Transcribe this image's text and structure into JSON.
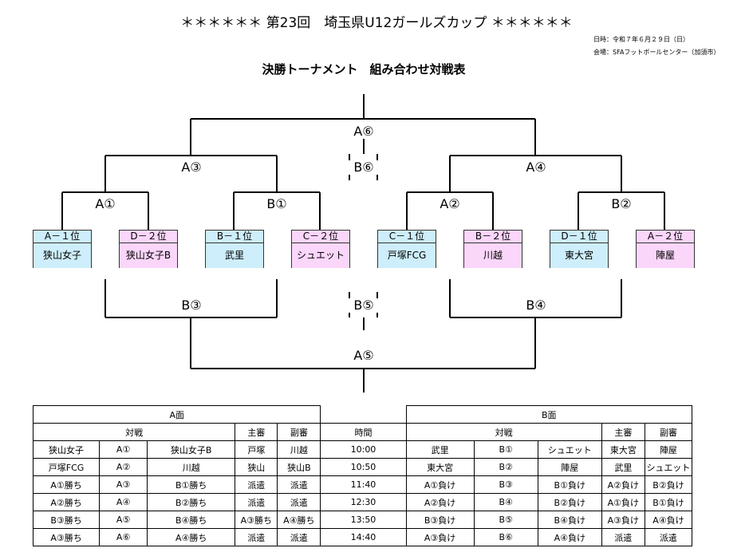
{
  "title": "＊＊＊＊＊＊ 第23回　埼玉県U12ガールズカップ ＊＊＊＊＊＊",
  "date": "日時：令和７年６月２９日（日）",
  "venue": "会場：SFAフットボールセンター（加須市）",
  "subtitle": "決勝トーナメント　組み合わせ対戦表",
  "bracket": {
    "top_final": "A⑥",
    "top_third": "B⑥",
    "semi_left": "A③",
    "semi_right": "A④",
    "qf": [
      "A①",
      "B①",
      "A②",
      "B②"
    ],
    "lower_left": "B③",
    "lower_mid": "B⑤",
    "lower_right": "B④",
    "lower_final": "A⑤"
  },
  "teams": [
    {
      "seed": "A－１位",
      "name": "狭山女子",
      "color": "#cdeefa"
    },
    {
      "seed": "D－２位",
      "name": "狭山女子B",
      "color": "#fbd6fb"
    },
    {
      "seed": "B－１位",
      "name": "武里",
      "color": "#cdeefa"
    },
    {
      "seed": "C－２位",
      "name": "シュエット",
      "color": "#fbd6fb"
    },
    {
      "seed": "C－１位",
      "name": "戸塚FCG",
      "color": "#cdeefa"
    },
    {
      "seed": "B－２位",
      "name": "川越",
      "color": "#fbd6fb"
    },
    {
      "seed": "D－１位",
      "name": "東大宮",
      "color": "#cdeefa"
    },
    {
      "seed": "A－２位",
      "name": "陣屋",
      "color": "#fbd6fb"
    }
  ],
  "schedule": {
    "a_court": "A面",
    "b_court": "B面",
    "col_match": "対戦",
    "col_main_ref": "主審",
    "col_sub_ref": "副審",
    "col_time": "時間",
    "rows": [
      {
        "a": [
          "狭山女子",
          "A①",
          "狭山女子B",
          "戸塚",
          "川越"
        ],
        "time": "10:00",
        "b": [
          "武里",
          "B①",
          "シュエット",
          "東大宮",
          "陣屋"
        ]
      },
      {
        "a": [
          "戸塚FCG",
          "A②",
          "川越",
          "狭山",
          "狭山B"
        ],
        "time": "10:50",
        "b": [
          "東大宮",
          "B②",
          "陣屋",
          "武里",
          "シュエット"
        ]
      },
      {
        "a": [
          "A①勝ち",
          "A③",
          "B①勝ち",
          "派遣",
          "派遣"
        ],
        "time": "11:40",
        "b": [
          "A①負け",
          "B③",
          "B①負け",
          "A②負け",
          "B②負け"
        ]
      },
      {
        "a": [
          "A②勝ち",
          "A④",
          "B②勝ち",
          "派遣",
          "派遣"
        ],
        "time": "12:30",
        "b": [
          "A②負け",
          "B④",
          "B②負け",
          "A①負け",
          "B①負け"
        ]
      },
      {
        "a": [
          "B③勝ち",
          "A⑤",
          "B④勝ち",
          "A③勝ち",
          "A④勝ち"
        ],
        "time": "13:50",
        "b": [
          "B③負け",
          "B⑤",
          "B④負け",
          "A③負け",
          "A④負け"
        ]
      },
      {
        "a": [
          "A③勝ち",
          "A⑥",
          "A④勝ち",
          "派遣",
          "派遣"
        ],
        "time": "14:40",
        "b": [
          "A③負け",
          "B⑥",
          "A④負け",
          "派遣",
          "派遣"
        ]
      }
    ]
  }
}
